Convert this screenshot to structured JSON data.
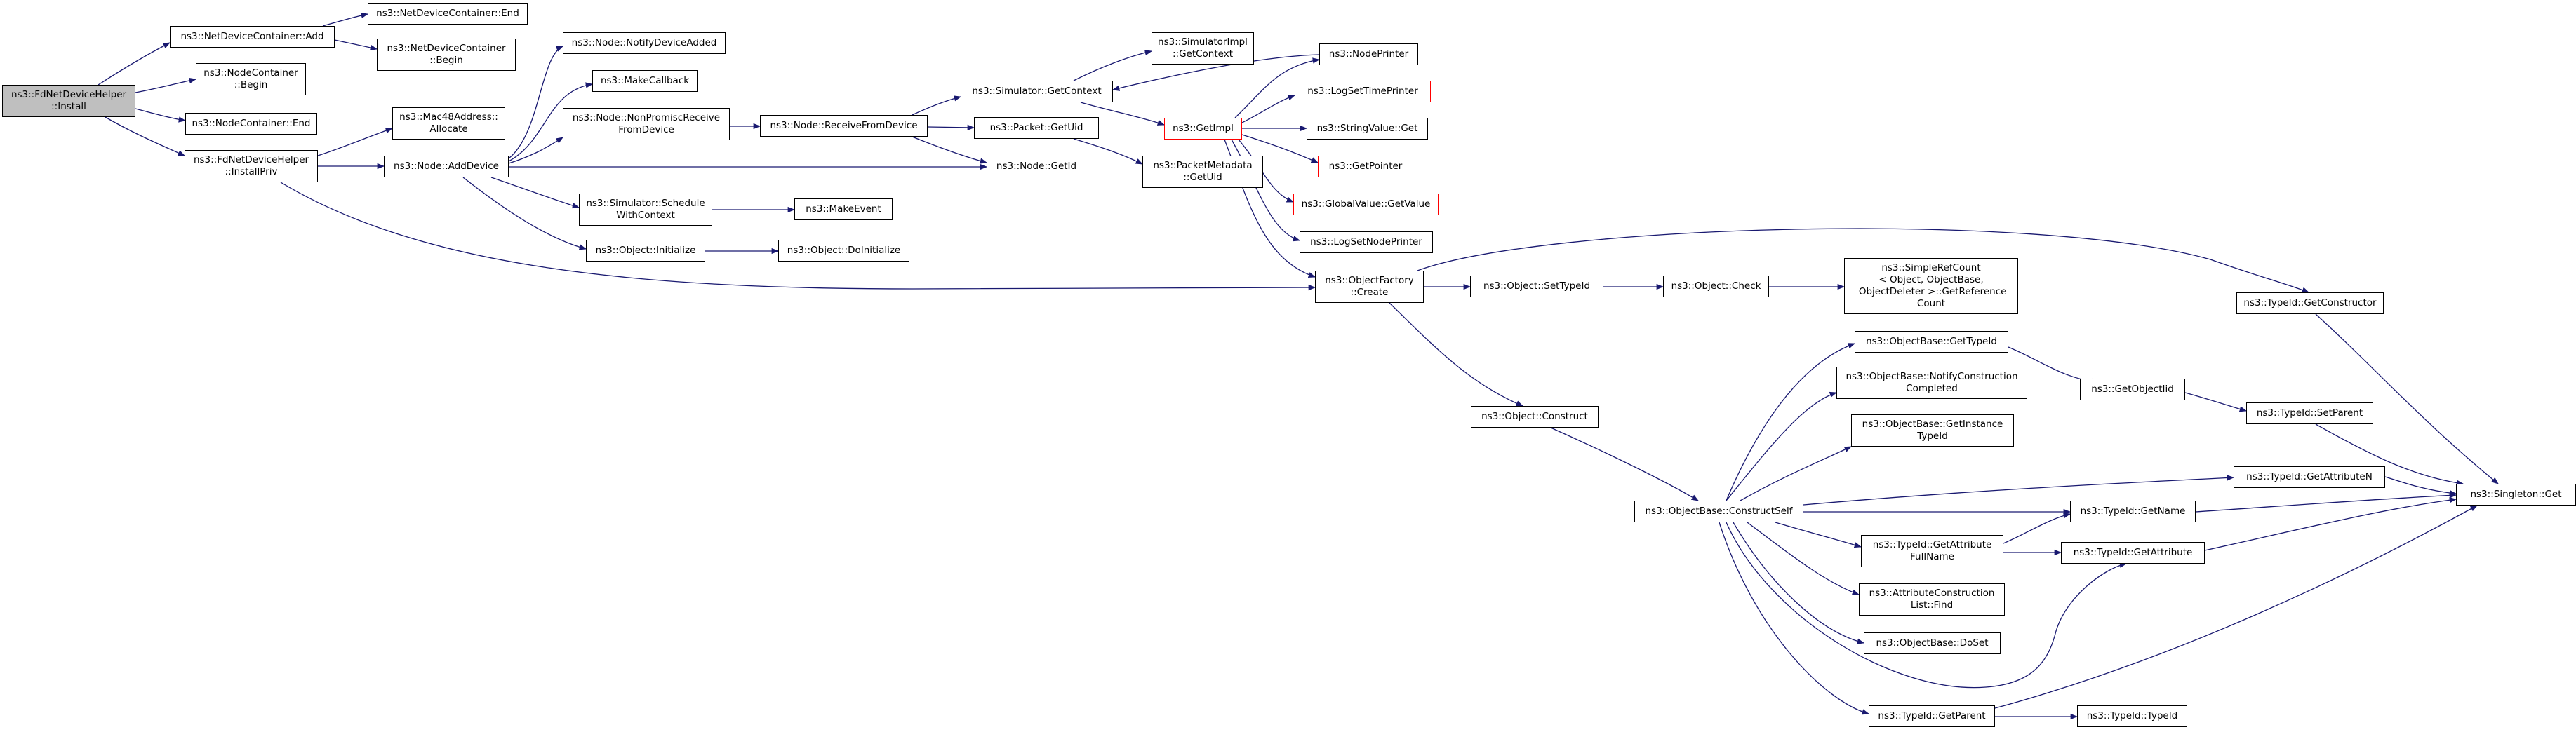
{
  "colors": {
    "edge": "#191970",
    "node_border": "#000000",
    "root_fill": "#bfbfbf",
    "truncated_border": "#ff0000"
  },
  "nodes": {
    "install": "ns3::FdNetDeviceHelper\n::Install",
    "ndc_add": "ns3::NetDeviceContainer::Add",
    "ndc_end": "ns3::NetDeviceContainer::End",
    "ndc_begin": "ns3::NetDeviceContainer\n::Begin",
    "nc_begin": "ns3::NodeContainer\n::Begin",
    "nc_end": "ns3::NodeContainer::End",
    "install_priv": "ns3::FdNetDeviceHelper\n::InstallPriv",
    "mac_alloc": "ns3::Mac48Address::\nAllocate",
    "add_device": "ns3::Node::AddDevice",
    "notify_added": "ns3::Node::NotifyDeviceAdded",
    "make_callback": "ns3::MakeCallback",
    "nonpromisc": "ns3::Node::NonPromiscReceive\nFromDevice",
    "receive_from": "ns3::Node::ReceiveFromDevice",
    "sched_ctx": "ns3::Simulator::Schedule\nWithContext",
    "make_event": "ns3::MakeEvent",
    "obj_init": "ns3::Object::Initialize",
    "obj_doinit": "ns3::Object::DoInitialize",
    "sim_getctx": "ns3::Simulator::GetContext",
    "simimpl_getctx": "ns3::SimulatorImpl\n::GetContext",
    "pkt_getuid": "ns3::Packet::GetUid",
    "node_getid": "ns3::Node::GetId",
    "pktmeta_getuid": "ns3::PacketMetadata\n::GetUid",
    "getimpl": "ns3::GetImpl",
    "nodeprinter": "ns3::NodePrinter",
    "logsettime": "ns3::LogSetTimePrinter",
    "strval_get": "ns3::StringValue::Get",
    "getpointer": "ns3::GetPointer",
    "globval_get": "ns3::GlobalValue::GetValue",
    "logsetnode": "ns3::LogSetNodePrinter",
    "objfactory_create": "ns3::ObjectFactory\n::Create",
    "obj_settypeid": "ns3::Object::SetTypeId",
    "obj_check": "ns3::Object::Check",
    "simplerefcount": "ns3::SimpleRefCount\n< Object, ObjectBase,\n ObjectDeleter >::GetReference\nCount",
    "typeid_getctor": "ns3::TypeId::GetConstructor",
    "obj_construct": "ns3::Object::Construct",
    "ob_gettypeid": "ns3::ObjectBase::GetTypeId",
    "ob_notify": "ns3::ObjectBase::NotifyConstruction\nCompleted",
    "ob_getinstance": "ns3::ObjectBase::GetInstance\nTypeId",
    "getobjectiid": "ns3::GetObjectIid",
    "typeid_setparent": "ns3::TypeId::SetParent",
    "typeid_getattrn": "ns3::TypeId::GetAttributeN",
    "ob_constructself": "ns3::ObjectBase::ConstructSelf",
    "typeid_getname": "ns3::TypeId::GetName",
    "singleton_get": "ns3::Singleton::Get",
    "typeid_getattrfull": "ns3::TypeId::GetAttribute\nFullName",
    "typeid_getattr": "ns3::TypeId::GetAttribute",
    "attrconst_find": "ns3::AttributeConstruction\nList::Find",
    "ob_doset": "ns3::ObjectBase::DoSet",
    "typeid_getparent": "ns3::TypeId::GetParent",
    "typeid_typeid": "ns3::TypeId::TypeId"
  }
}
